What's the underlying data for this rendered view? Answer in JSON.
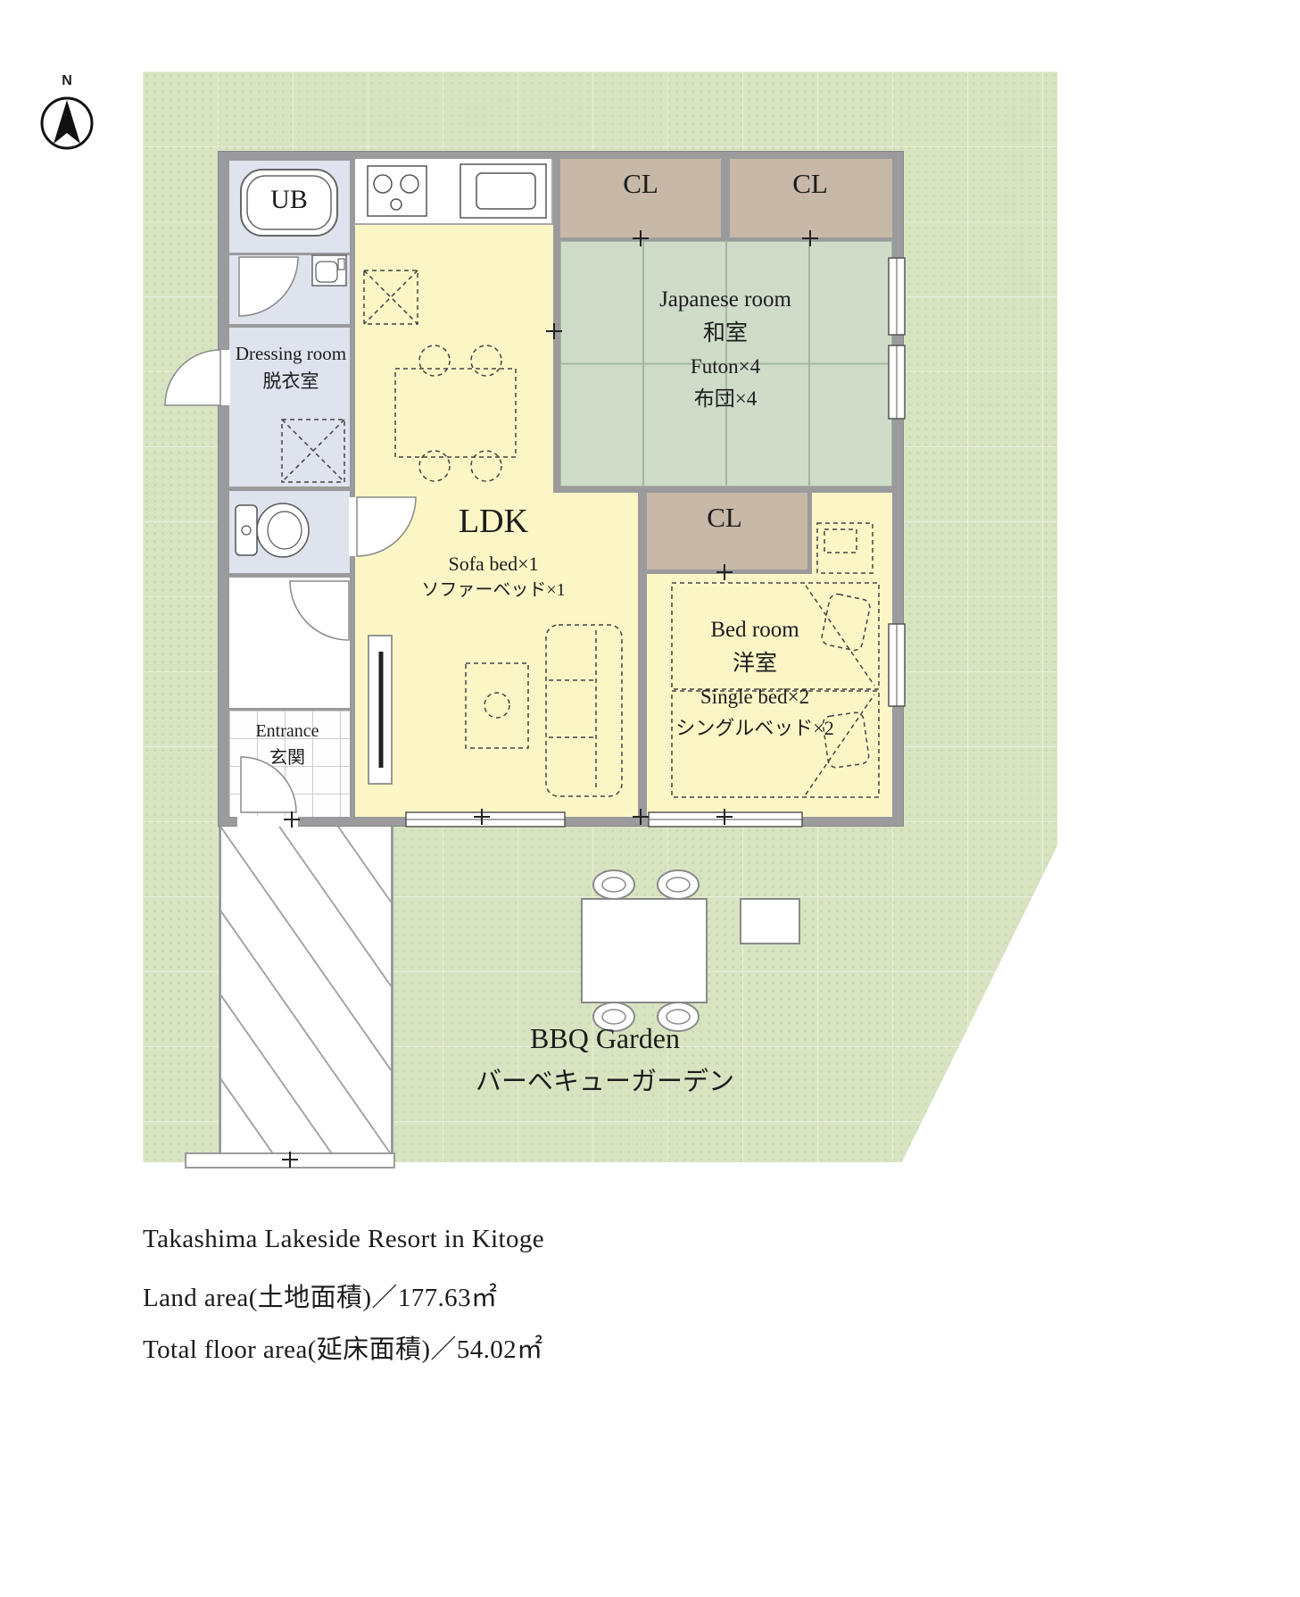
{
  "compass": {
    "north_label": "N"
  },
  "rooms": {
    "unit_bath": {
      "label": "UB"
    },
    "dressing_room": {
      "name_en": "Dressing room",
      "name_ja": "脱衣室"
    },
    "entrance": {
      "name_en": "Entrance",
      "name_ja": "玄関"
    },
    "ldk": {
      "title": "LDK",
      "furniture_en": "Sofa bed×1",
      "furniture_ja": "ソファーベッド×1"
    },
    "japanese_room": {
      "name_en": "Japanese room",
      "name_ja": "和室",
      "furniture_en": "Futon×4",
      "furniture_ja": "布団×4"
    },
    "bedroom": {
      "name_en": "Bed room",
      "name_ja": "洋室",
      "furniture_en": "Single bed×2",
      "furniture_ja": "シングルベッド×2"
    },
    "closets": {
      "top_left": "CL",
      "top_right": "CL",
      "bedroom": "CL"
    }
  },
  "garden": {
    "name_en": "BBQ Garden",
    "name_ja": "バーベキューガーデン"
  },
  "footer": {
    "resort_name": "Takashima Lakeside Resort in Kitoge",
    "land_area": "Land area(土地面積)／177.63㎡",
    "total_floor_area": "Total floor area(延床面積)／54.02㎡"
  },
  "colors": {
    "land_green": "#d8e4c1",
    "land_dot": "#c3d4a6",
    "wall_gray": "#9b9b9d",
    "room_yellow": "#fcf6c6",
    "tatami_green": "#cfdcca",
    "tatami_line": "#a3b79f",
    "closet_brown": "#c7b8a7",
    "wet_blue": "#dfe3ee",
    "text_dark": "#1c1c1c"
  }
}
